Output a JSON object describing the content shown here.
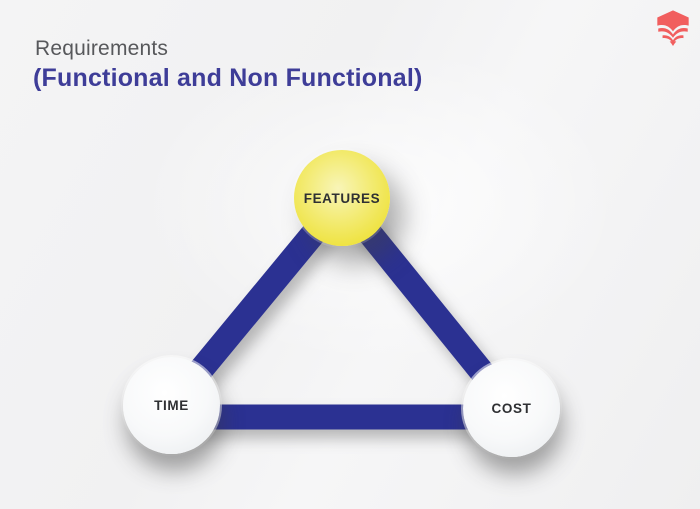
{
  "header": {
    "title": "Requirements",
    "subtitle": "(Functional and Non Functional)"
  },
  "branding": {
    "logo_icon": "educba-leaf-logo",
    "logo_color": "#F15E5E"
  },
  "colors": {
    "background": "#F2F2F3",
    "title_text": "#57585B",
    "subtitle_text": "#3E3D98",
    "triangle_edge": "#2B3192",
    "features_node_fill": "#EEE23C",
    "neutral_node_fill": "#F7F8F9",
    "node_label_text": "#2F3033"
  },
  "diagram": {
    "type": "triangle",
    "nodes": [
      {
        "id": "features",
        "label": "FEATURES"
      },
      {
        "id": "time",
        "label": "TIME"
      },
      {
        "id": "cost",
        "label": "COST"
      }
    ],
    "edges": [
      {
        "from": "features",
        "to": "time"
      },
      {
        "from": "features",
        "to": "cost"
      },
      {
        "from": "time",
        "to": "cost"
      }
    ]
  }
}
